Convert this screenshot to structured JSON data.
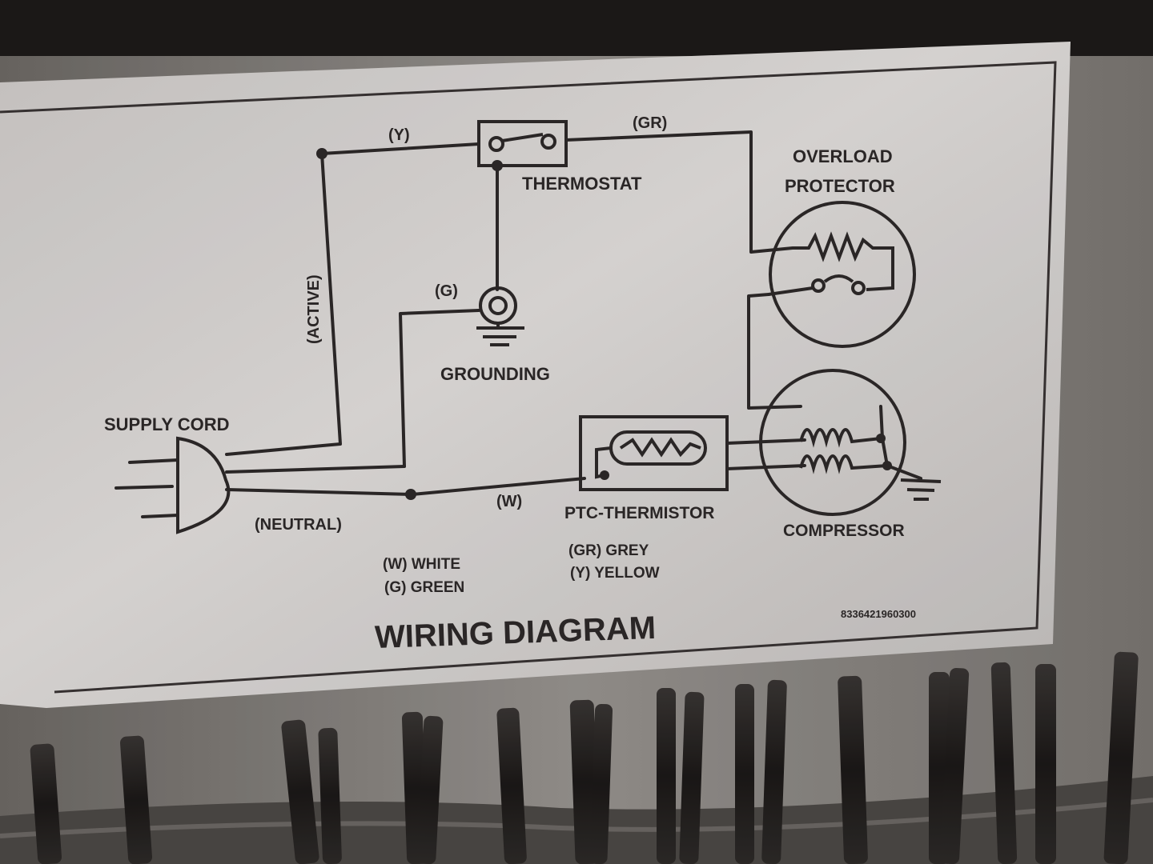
{
  "labels": {
    "wire_y": "(Y)",
    "wire_gr": "(GR)",
    "thermostat": "THERMOSTAT",
    "overload_line1": "OVERLOAD",
    "overload_line2": "PROTECTOR",
    "active": "(ACTIVE)",
    "wire_g": "(G)",
    "grounding": "GROUNDING",
    "supply_cord": "SUPPLY CORD",
    "neutral": "(NEUTRAL)",
    "wire_w": "(W)",
    "ptc_thermistor": "PTC-THERMISTOR",
    "compressor": "COMPRESSOR"
  },
  "legend": {
    "white": "(W) WHITE",
    "green": "(G) GREEN",
    "grey": "(GR) GREY",
    "yellow": "(Y) YELLOW"
  },
  "title": "WIRING DIAGRAM",
  "part_number": "8336421960300",
  "colors": {
    "background": "#2a2622",
    "sticker": "#dedad8",
    "line": "#2e2a2a",
    "panel": "#8d8985"
  }
}
